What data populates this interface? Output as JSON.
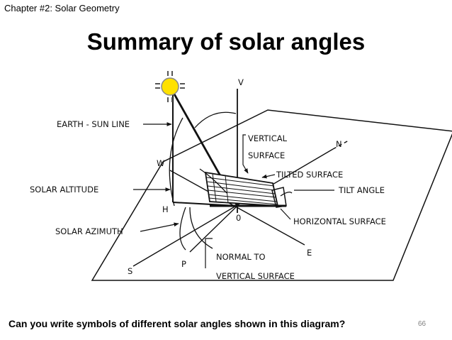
{
  "header": {
    "chapter": "Chapter #2: Solar Geometry",
    "title": "Summary of solar angles"
  },
  "diagram": {
    "labels": {
      "earth_sun_line": "EARTH - SUN LINE",
      "vertical_surface_1": "VERTICAL",
      "vertical_surface_2": "SURFACE",
      "tilted_surface": "TILTED SURFACE",
      "tilt_angle": "TILT ANGLE",
      "horizontal_surface": "HORIZONTAL SURFACE",
      "solar_altitude": "SOLAR ALTITUDE",
      "solar_azimuth": "SOLAR AZIMUTH",
      "normal_1": "NORMAL TO",
      "normal_2": "VERTICAL SURFACE"
    },
    "points": {
      "v": "V",
      "n": "N",
      "w": "W",
      "h": "H",
      "o": "0",
      "e": "E",
      "s": "S",
      "p": "P"
    },
    "sun_color": "#ffe100",
    "line_color": "#111111"
  },
  "footer": {
    "question": "Can you write symbols of different solar angles shown in this diagram?",
    "slide_number": "66"
  }
}
